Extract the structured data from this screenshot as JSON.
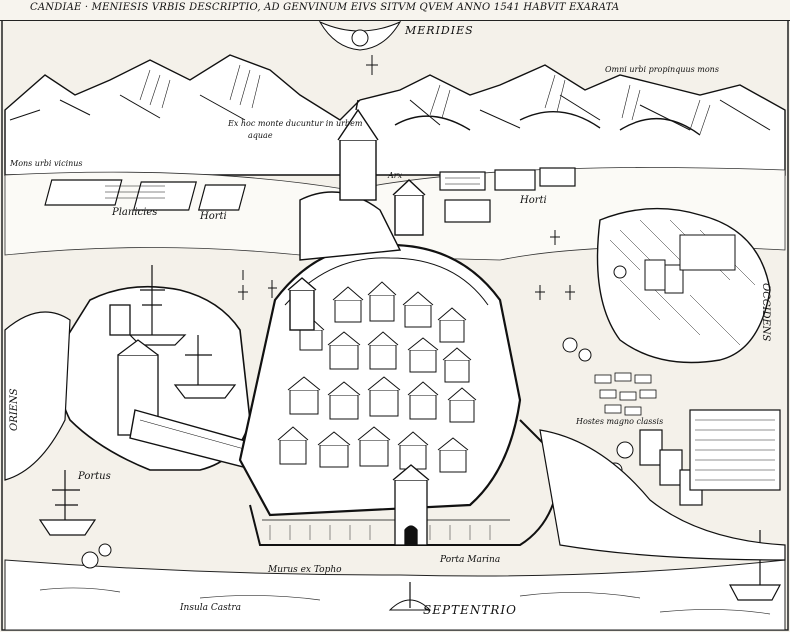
{
  "title": "CANDIAE · MENIESIS VRBIS DESCRIPTIO, AD GENVINUM EIVS SITVM QVEM ANNO 1541 HABVIT EXARATA",
  "compass": {
    "south": "MERIDIES",
    "north": "SEPTENTRIO",
    "west": "OCCIDENS",
    "east": "ORIENS"
  },
  "labels": {
    "planities": "Planicies",
    "horti_left": "Horti",
    "horti_right": "Horti",
    "portus": "Portus",
    "murus": "Murus ex Topho",
    "porta": "Porta Marina",
    "insula": "Insula Castra",
    "mons_note": "Ex hoc monte ducuntur in urbem",
    "mons_note2": "aquae",
    "mons_left": "Mons urbi vicinus",
    "mons_right": "Omni urbi propinquus mons",
    "hostes": "Hostes magno classis",
    "arx": "Arx"
  },
  "colors": {
    "paper": "#f4f1ea",
    "ink": "#111111",
    "sea": "#ffffff"
  }
}
